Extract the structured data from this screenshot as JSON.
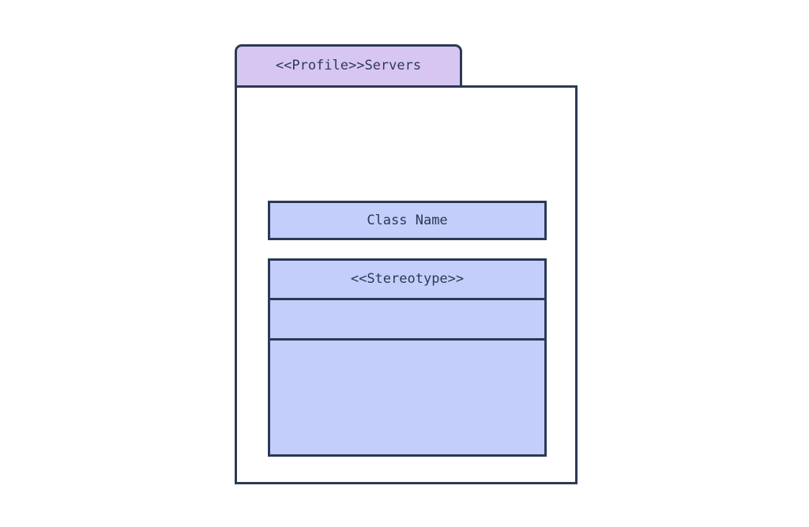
{
  "diagram": {
    "type": "uml-profile-package",
    "background_color": "#FFFFFF",
    "border_color": "#2B3A55",
    "package": {
      "tab_label": "<<Profile>>Servers",
      "tab_fill_color": "#D8C6F2",
      "body_fill_color": "#FFFFFF"
    },
    "class_name_box": {
      "label": "Class Name",
      "fill_color": "#C3CEFB"
    },
    "stereotype_class_box": {
      "header_label": "<<Stereotype>>",
      "attributes_label": "",
      "operations_label": "",
      "fill_color": "#C3CEFB"
    }
  }
}
